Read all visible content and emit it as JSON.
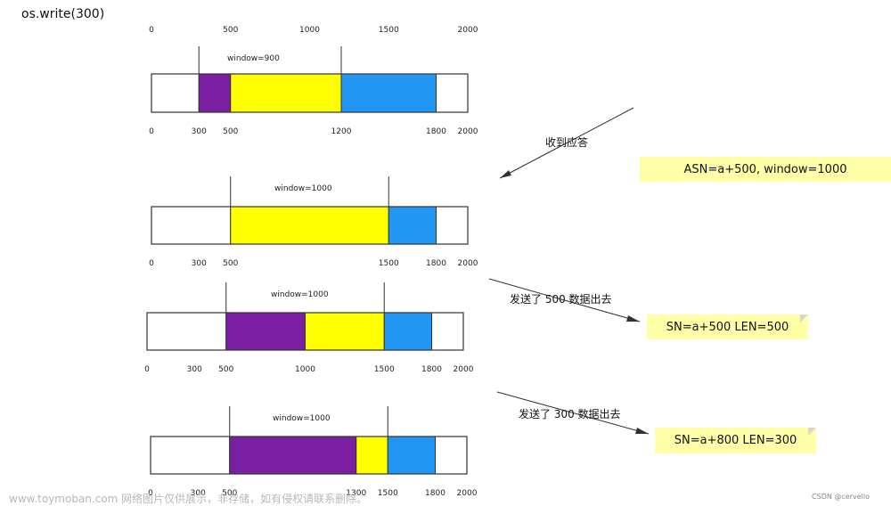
{
  "header": {
    "title": "os.write(300)"
  },
  "top_scale": [
    "0",
    "500",
    "1000",
    "1500",
    "2000"
  ],
  "colors": {
    "sent": "#7b1fa2",
    "window": "#ffff00",
    "blue": "#2196f3",
    "empty": "#ffffff",
    "note": "#ffffa8"
  },
  "rows": [
    {
      "window_label": "window=900",
      "segments": [
        {
          "from": 0,
          "to": 300,
          "color": "empty"
        },
        {
          "from": 300,
          "to": 500,
          "color": "sent"
        },
        {
          "from": 500,
          "to": 1200,
          "color": "window"
        },
        {
          "from": 1200,
          "to": 1800,
          "color": "blue"
        },
        {
          "from": 1800,
          "to": 2000,
          "color": "empty"
        }
      ],
      "markers": [
        300,
        1200
      ],
      "ticks": [
        "0",
        "300",
        "500",
        "1200",
        "1800",
        "2000"
      ],
      "tick_values": [
        0,
        300,
        500,
        1200,
        1800,
        2000
      ]
    },
    {
      "window_label": "window=1000",
      "segments": [
        {
          "from": 0,
          "to": 500,
          "color": "empty"
        },
        {
          "from": 500,
          "to": 1500,
          "color": "window"
        },
        {
          "from": 1500,
          "to": 1800,
          "color": "blue"
        },
        {
          "from": 1800,
          "to": 2000,
          "color": "empty"
        }
      ],
      "markers": [
        500,
        1500
      ],
      "ticks": [
        "0",
        "300",
        "500",
        "1500",
        "1800",
        "2000"
      ],
      "tick_values": [
        0,
        300,
        500,
        1500,
        1800,
        2000
      ]
    },
    {
      "window_label": "window=1000",
      "segments": [
        {
          "from": 0,
          "to": 500,
          "color": "empty"
        },
        {
          "from": 500,
          "to": 1000,
          "color": "sent"
        },
        {
          "from": 1000,
          "to": 1500,
          "color": "window"
        },
        {
          "from": 1500,
          "to": 1800,
          "color": "blue"
        },
        {
          "from": 1800,
          "to": 2000,
          "color": "empty"
        }
      ],
      "markers": [
        500,
        1500
      ],
      "ticks": [
        "0",
        "300",
        "500",
        "1000",
        "1500",
        "1800",
        "2000"
      ],
      "tick_values": [
        0,
        300,
        500,
        1000,
        1500,
        1800,
        2000
      ]
    },
    {
      "window_label": "window=1000",
      "segments": [
        {
          "from": 0,
          "to": 500,
          "color": "empty"
        },
        {
          "from": 500,
          "to": 1300,
          "color": "sent"
        },
        {
          "from": 1300,
          "to": 1500,
          "color": "window"
        },
        {
          "from": 1500,
          "to": 1800,
          "color": "blue"
        },
        {
          "from": 1800,
          "to": 2000,
          "color": "empty"
        }
      ],
      "markers": [
        500,
        1500
      ],
      "ticks": [
        "0",
        "300",
        "500",
        "1300",
        "1500",
        "1800",
        "2000"
      ],
      "tick_values": [
        0,
        300,
        500,
        1300,
        1500,
        1800,
        2000
      ]
    }
  ],
  "annotations": {
    "ack_caption": "收到应答",
    "ack_note": "ASN=a+500, window=1000",
    "send1_caption": "发送了 500 数据出去",
    "send1_note": "SN=a+500 LEN=500",
    "send2_caption": "发送了 300 数据出去",
    "send2_note": "SN=a+800 LEN=300"
  },
  "footer": {
    "watermark": "www.toymoban.com 网络图片仅供展示，非存储，如有侵权请联系删除。",
    "credit": "CSDN @cervello"
  }
}
